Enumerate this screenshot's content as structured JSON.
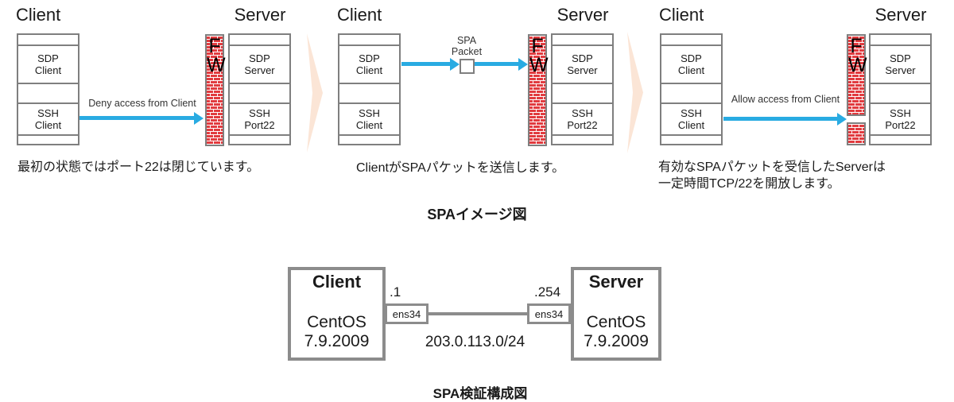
{
  "spa_diagram": {
    "title": "SPAイメージ図",
    "panels": [
      {
        "client_heading": "Client",
        "server_heading": "Server",
        "client_stack": {
          "sdp_line1": "SDP",
          "sdp_line2": "Client",
          "ssh_line1": "SSH",
          "ssh_line2": "Client"
        },
        "server_stack": {
          "sdp_line1": "SDP",
          "sdp_line2": "Server",
          "ssh_line1": "SSH",
          "ssh_line2": "Port22"
        },
        "firewall": {
          "letter1": "F",
          "letter2": "W"
        },
        "arrow_label": "Deny access from Client",
        "caption": "最初の状態ではポート22は閉じています。"
      },
      {
        "client_heading": "Client",
        "server_heading": "Server",
        "client_stack": {
          "sdp_line1": "SDP",
          "sdp_line2": "Client",
          "ssh_line1": "SSH",
          "ssh_line2": "Client"
        },
        "server_stack": {
          "sdp_line1": "SDP",
          "sdp_line2": "Server",
          "ssh_line1": "SSH",
          "ssh_line2": "Port22"
        },
        "firewall": {
          "letter1": "F",
          "letter2": "W"
        },
        "packet_label": {
          "line1": "SPA",
          "line2": "Packet"
        },
        "caption": "ClientがSPAパケットを送信します。"
      },
      {
        "client_heading": "Client",
        "server_heading": "Server",
        "client_stack": {
          "sdp_line1": "SDP",
          "sdp_line2": "Client",
          "ssh_line1": "SSH",
          "ssh_line2": "Client"
        },
        "server_stack": {
          "sdp_line1": "SDP",
          "sdp_line2": "Server",
          "ssh_line1": "SSH",
          "ssh_line2": "Port22"
        },
        "firewall": {
          "letter1": "F",
          "letter2": "W"
        },
        "arrow_label": "Allow access from Client",
        "caption_line1": "有効なSPAパケットを受信したServerは",
        "caption_line2": "一定時間TCP/22を開放します。"
      }
    ]
  },
  "network_diagram": {
    "title": "SPA検証構成図",
    "subnet": "203.0.113.0/24",
    "client": {
      "name": "Client",
      "os": "CentOS",
      "version": "7.9.2009",
      "interface": "ens34",
      "host_addr": ".1"
    },
    "server": {
      "name": "Server",
      "os": "CentOS",
      "version": "7.9.2009",
      "interface": "ens34",
      "host_addr": ".254"
    }
  },
  "colors": {
    "arrow_blue": "#29abe2",
    "brick_red": "#e13b3f",
    "mortar_white": "#ffffff",
    "chevron_peach": "#fbe5d6",
    "stack_border_gray": "#7f7f7f",
    "network_border_gray": "#8c8c8c"
  }
}
